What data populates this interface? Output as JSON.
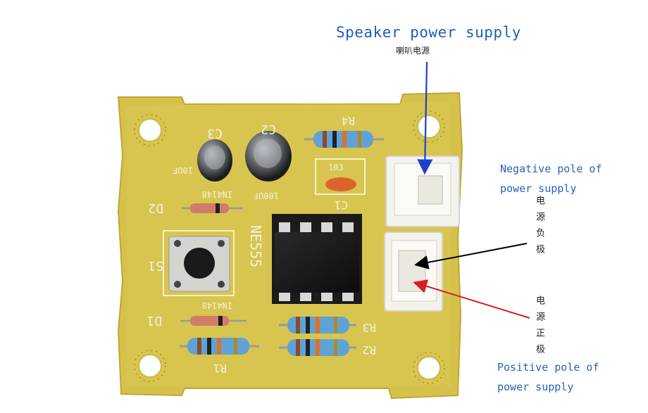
{
  "annotations": {
    "speaker_en": "Speaker power supply",
    "speaker_cn": "喇叭电源",
    "negative_en_1": "Negative pole of",
    "negative_en_2": "power supply",
    "negative_cn": "电源负极",
    "positive_cn": "电源正极",
    "positive_en_1": "Positive pole of",
    "positive_en_2": "power supply"
  },
  "board": {
    "ic": "NE555",
    "capacitor_c3": "C3",
    "capacitor_c2": "C2",
    "capacitor_c3_value": "10UF",
    "capacitor_c2_value": "100UF",
    "ceramic_c1": "C1",
    "ceramic_value": "103",
    "diode_d2": "D2",
    "diode_d1": "D1",
    "diode_part_1": "IN4148",
    "diode_part_2": "IN4148",
    "switch": "S1",
    "r1": "R1",
    "r2": "R2",
    "r3": "R3",
    "r4": "R4"
  },
  "colors": {
    "pcb": "#d6c24a",
    "arrow_blue": "#1e3fcc",
    "arrow_black": "#000000",
    "arrow_red": "#d42020"
  }
}
